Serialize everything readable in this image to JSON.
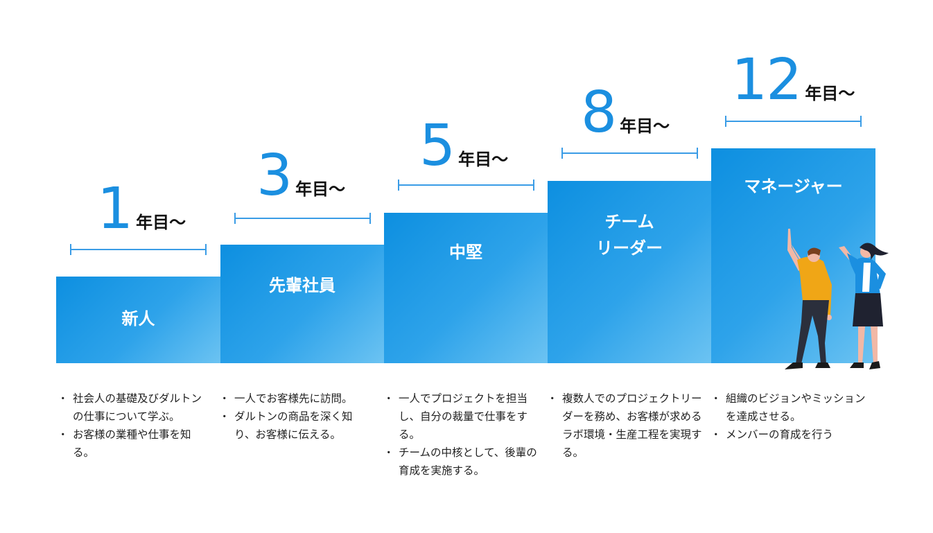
{
  "steps": [
    {
      "number": "1",
      "suffix": "年目〜",
      "title": "新人",
      "notes": [
        "社会人の基礎及びダルトンの仕事について学ぶ。",
        "お客様の業種や仕事を知る。"
      ]
    },
    {
      "number": "3",
      "suffix": "年目〜",
      "title": "先輩社員",
      "notes": [
        "一人でお客様先に訪問。",
        "ダルトンの商品を深く知り、お客様に伝える。"
      ]
    },
    {
      "number": "5",
      "suffix": "年目〜",
      "title": "中堅",
      "notes": [
        "一人でプロジェクトを担当し、自分の裁量で仕事をする。",
        "チームの中核として、後輩の育成を実施する。"
      ]
    },
    {
      "number": "8",
      "suffix": "年目〜",
      "title": "チーム\nリーダー",
      "notes": [
        "複数人でのプロジェクトリーダーを務め、お客様が求めるラボ環境・生産工程を実現する。"
      ]
    },
    {
      "number": "12",
      "suffix": "年目〜",
      "title": "マネージャー",
      "notes": [
        "組織のビジョンやミッションを達成させる。",
        "メンバーの育成を行う"
      ]
    }
  ],
  "colors": {
    "accent": "#1b8fe0",
    "step_start": "#0d8fe0",
    "step_end": "#6cc3f2"
  }
}
